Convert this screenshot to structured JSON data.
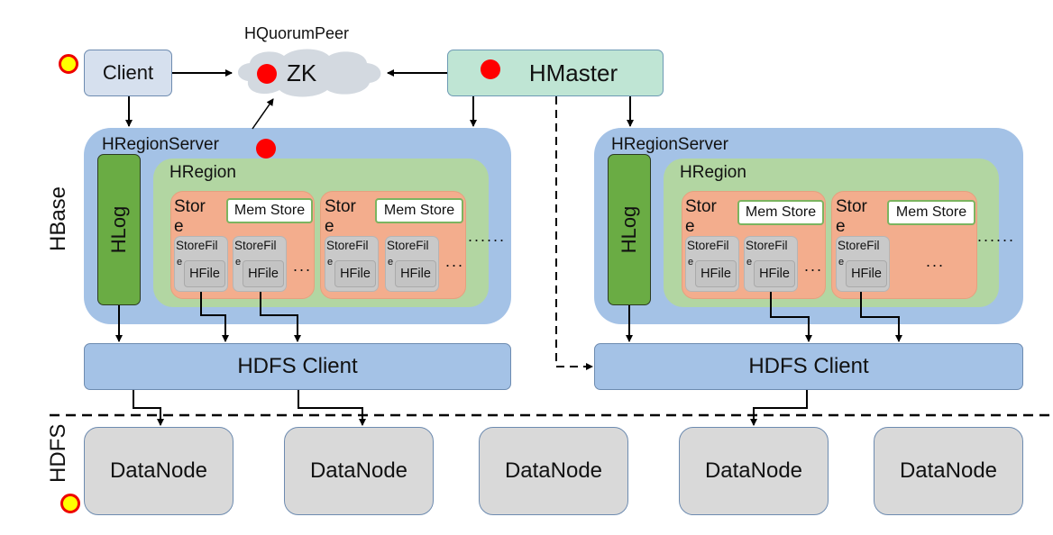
{
  "top": {
    "zk_caption": "HQuorumPeer",
    "client_label": "Client",
    "zk_label": "ZK",
    "master_label": "HMaster"
  },
  "side_labels": {
    "hbase": "HBase",
    "hdfs": "HDFS"
  },
  "region_servers": [
    {
      "title": "HRegionServer",
      "hlog": "HLog",
      "region_title": "HRegion",
      "stores": [
        {
          "label": "Store",
          "memstore": "Mem Store",
          "storefiles": [
            {
              "label": "StoreFile",
              "hfile": "HFile"
            },
            {
              "label": "StoreFile",
              "hfile": "HFile"
            }
          ],
          "more": "..."
        },
        {
          "label": "Store",
          "memstore": "Mem Store",
          "storefiles": [
            {
              "label": "StoreFile",
              "hfile": "HFile"
            },
            {
              "label": "StoreFile",
              "hfile": "HFile"
            }
          ],
          "more": "..."
        }
      ],
      "more_stores": "......",
      "hdfs_client": "HDFS Client"
    },
    {
      "title": "HRegionServer",
      "hlog": "HLog",
      "region_title": "HRegion",
      "stores": [
        {
          "label": "Store",
          "memstore": "Mem Store",
          "storefiles": [
            {
              "label": "StoreFile",
              "hfile": "HFile"
            },
            {
              "label": "StoreFile",
              "hfile": "HFile"
            }
          ],
          "more": "..."
        },
        {
          "label": "Store",
          "memstore": "Mem Store",
          "storefiles": [
            {
              "label": "StoreFile",
              "hfile": "HFile"
            }
          ],
          "more": "..."
        }
      ],
      "more_stores": "......",
      "hdfs_client": "HDFS Client"
    }
  ],
  "datanodes": [
    "DataNode",
    "DataNode",
    "DataNode",
    "DataNode",
    "DataNode"
  ],
  "markers": {
    "red_dots": [
      "ZK",
      "HMaster",
      "HRegionServer"
    ],
    "yellow_dots": [
      "Client",
      "HDFS"
    ]
  },
  "colors": {
    "client": "#d6e0ee",
    "master": "#bfe5d4",
    "server": "#a4c2e6",
    "hlog": "#6aac44",
    "region": "#b2d6a2",
    "store": "#f3ad8d",
    "storefile": "#c9c9c9",
    "datanode": "#d9d9d9",
    "red_marker": "#ff0000",
    "yellow_marker": "#ffff00"
  }
}
